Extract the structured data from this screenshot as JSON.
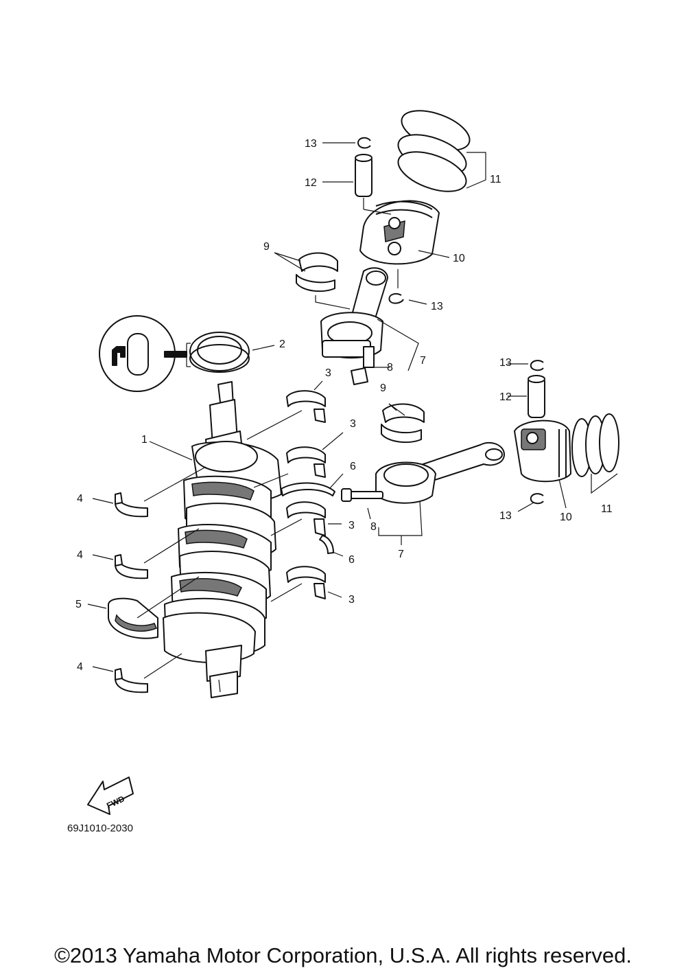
{
  "diagram": {
    "code": "69J1010-2030",
    "fwd_label": "FWD",
    "callouts": [
      "1",
      "2",
      "3",
      "3",
      "3",
      "3",
      "4",
      "4",
      "4",
      "5",
      "6",
      "6",
      "7",
      "7",
      "8",
      "8",
      "9",
      "9",
      "10",
      "10",
      "11",
      "11",
      "12",
      "12",
      "13",
      "13",
      "13",
      "13"
    ]
  },
  "footer": {
    "copyright": "©2013 Yamaha Motor Corporation, U.S.A. All rights reserved."
  },
  "colors": {
    "ink": "#111111",
    "shade": "#777777",
    "paper": "#ffffff"
  }
}
